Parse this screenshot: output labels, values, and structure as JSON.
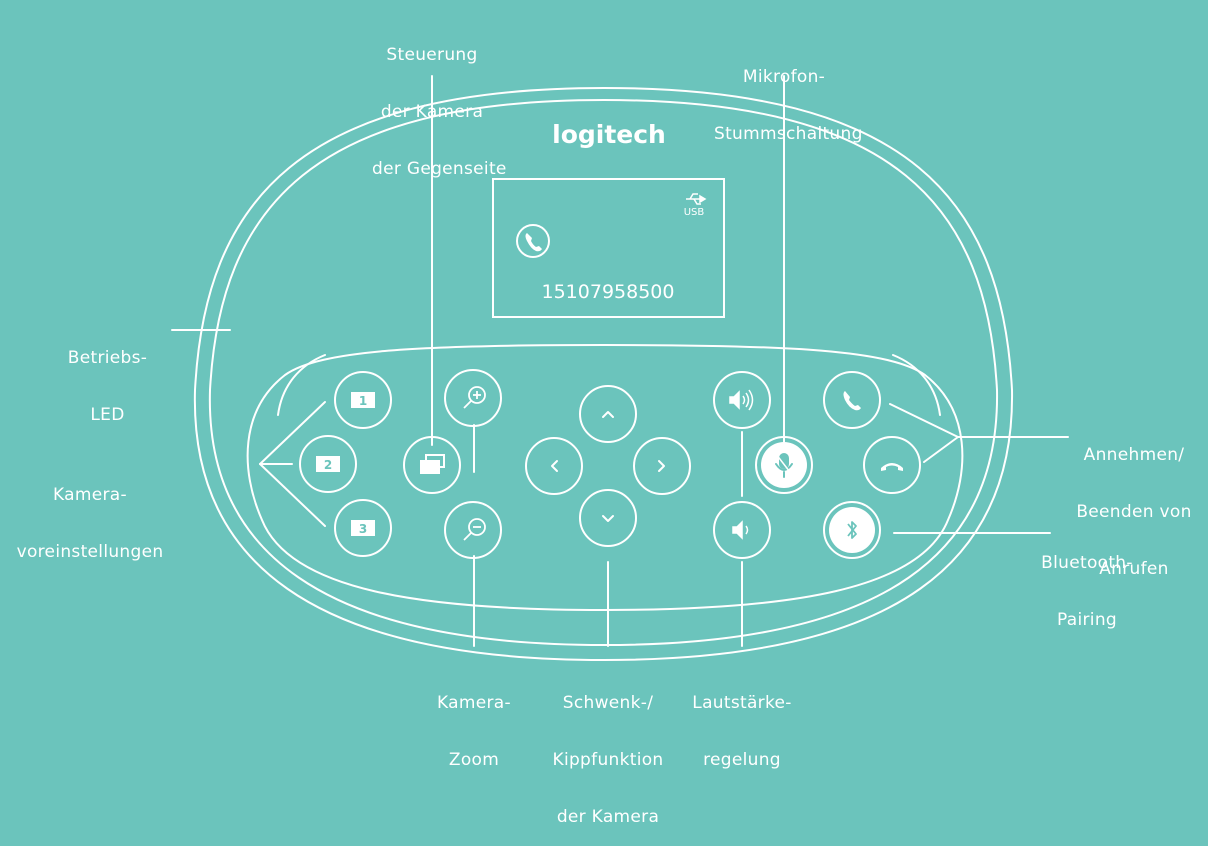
{
  "device": {
    "brand": "logitech",
    "screen": {
      "phone_number": "15107958500",
      "usb_label": "USB"
    },
    "buttons": {
      "preset_1": "1",
      "preset_2": "2",
      "preset_3": "3"
    }
  },
  "labels": {
    "far_end_control": [
      "Steuerung",
      "der Kamera",
      "der Gegenseite"
    ],
    "mic_mute": [
      "Mikrofon-",
      "Stummschaltung"
    ],
    "power_led": [
      "Betriebs-",
      "LED"
    ],
    "camera_presets": [
      "Kamera-",
      "voreinstellungen"
    ],
    "answer_end": [
      "Annehmen/",
      "Beenden von",
      "Anrufen"
    ],
    "bluetooth_pairing": [
      "Bluetooth-",
      "Pairing"
    ],
    "camera_zoom": [
      "Kamera-",
      "Zoom"
    ],
    "pan_tilt": [
      "Schwenk-/",
      "Kippfunktion",
      "der Kamera"
    ],
    "volume": [
      "Lautstärke-",
      "regelung"
    ]
  },
  "colors": {
    "background": "#6bc4bc",
    "line": "#ffffff"
  }
}
